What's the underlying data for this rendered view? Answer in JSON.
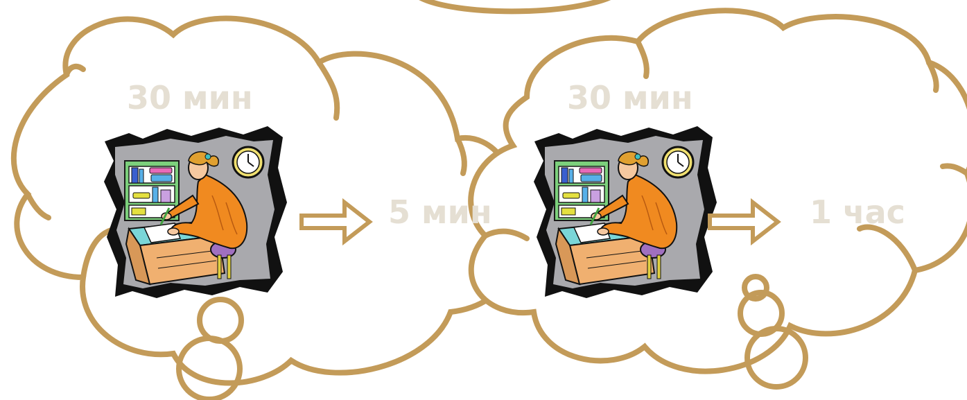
{
  "colors": {
    "cloud_stroke": "#c39b59",
    "label_text": "#e5dfd3",
    "arrow": "#c39b59"
  },
  "panels": [
    {
      "duration_label": "30 мин",
      "result_label": "5 мин",
      "illustration": "woman-studying-at-desk-clipart",
      "arrow_icon": "right-arrow-icon"
    },
    {
      "duration_label": "30 мин",
      "result_label": "1 час",
      "illustration": "woman-studying-at-desk-clipart",
      "arrow_icon": "right-arrow-icon"
    }
  ]
}
